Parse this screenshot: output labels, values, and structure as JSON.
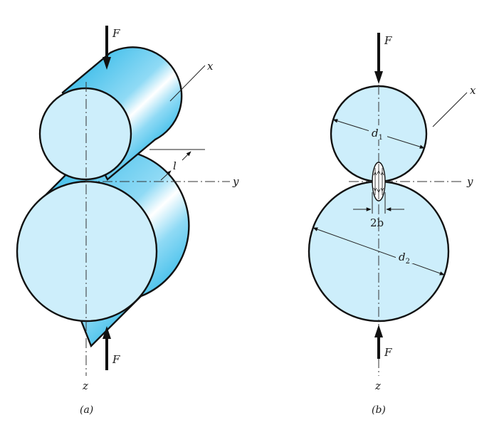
{
  "labels": {
    "force": "F",
    "axis_x": "x",
    "axis_y": "y",
    "axis_z": "z",
    "length": "l",
    "diameter_1": "d",
    "diameter_1_sub": "1",
    "diameter_2": "d",
    "diameter_2_sub": "2",
    "contact_width": "2b"
  },
  "captions": {
    "left": "(a)",
    "right": "(b)"
  },
  "colors": {
    "fill_light": "#cdeefb",
    "fill_mid": "#8fdaf5",
    "fill_dark": "#4ec3ec",
    "highlight": "#ffffff",
    "outline": "#111111"
  }
}
